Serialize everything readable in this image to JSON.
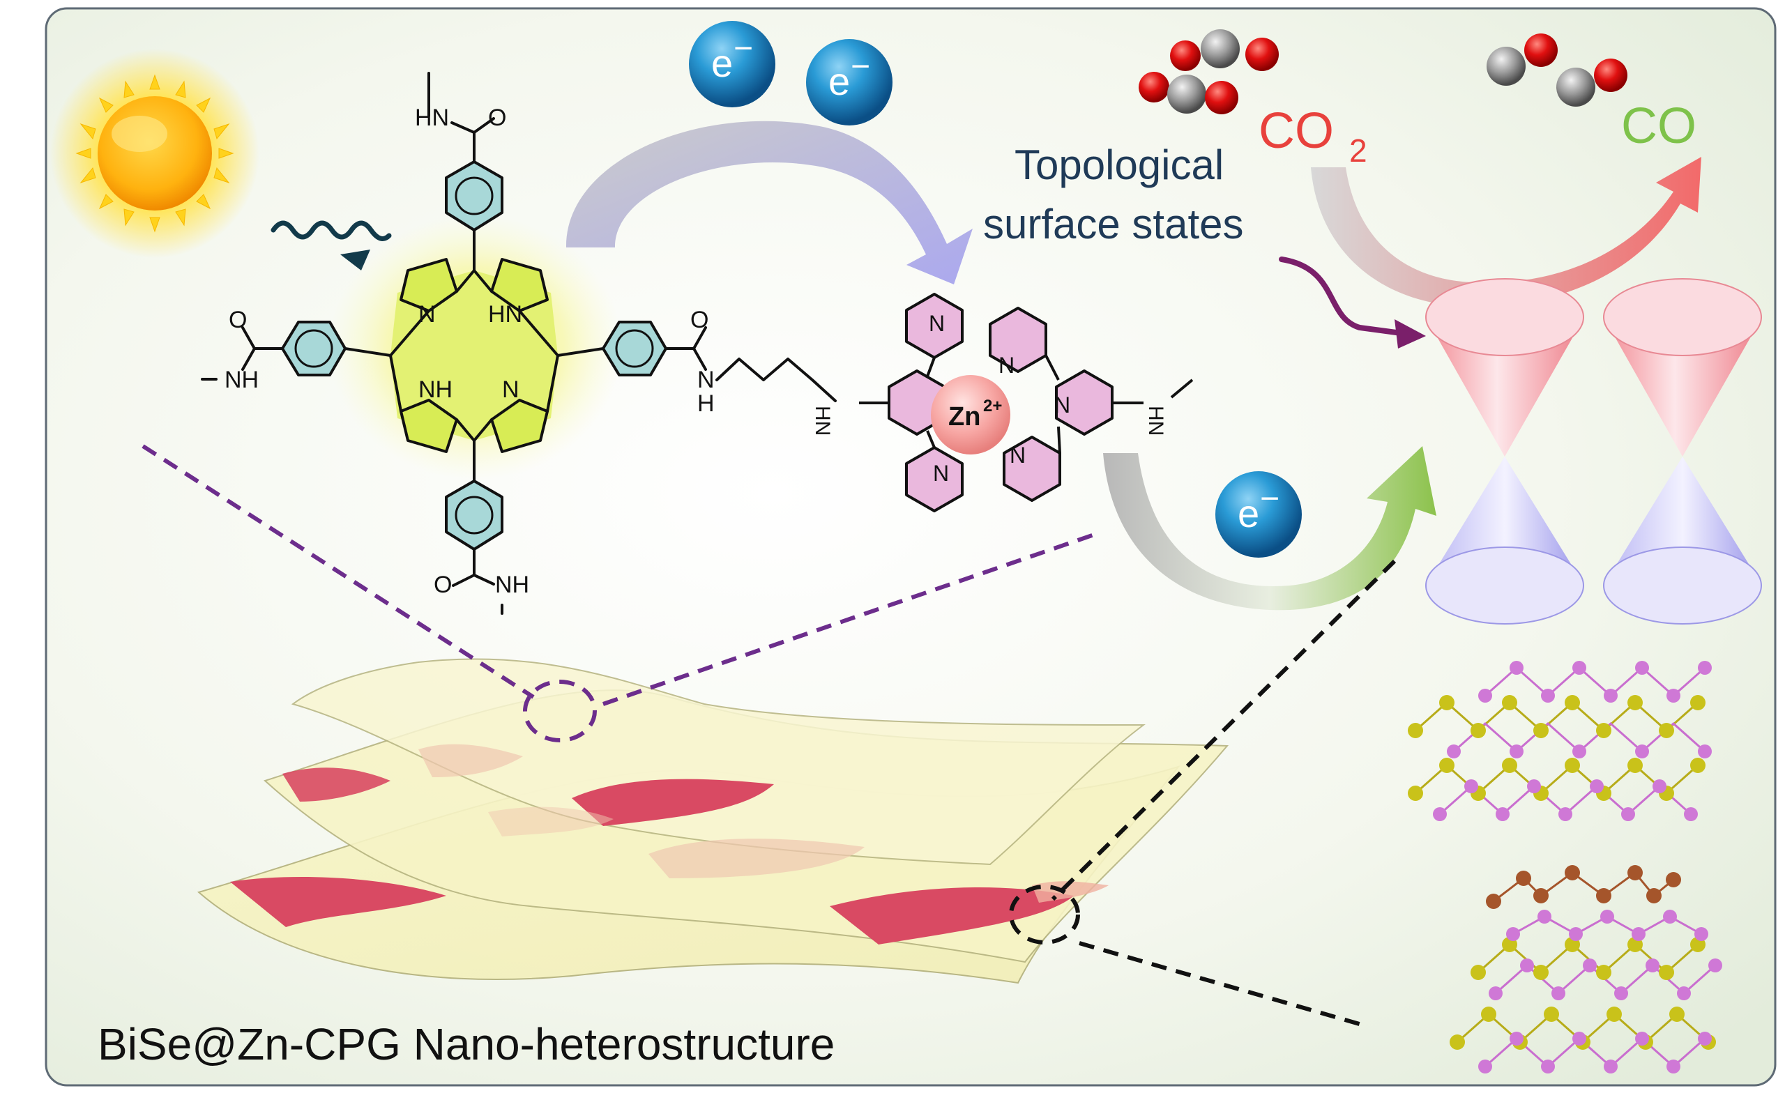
{
  "electron": {
    "symbol": "e",
    "charge": "−"
  },
  "molecule": {
    "amide_nh": "NH",
    "amide_o": "O",
    "hn_top": "HN",
    "core_n_top": "N",
    "core_hn": "HN",
    "core_nh": "NH",
    "core_n_bottom": "N",
    "linker_n": "N",
    "linker_h": "H",
    "terpy_n": "N",
    "terpy_hn": "HN",
    "metal": "Zn",
    "metal_charge": "2+"
  },
  "labels": {
    "co2": "CO",
    "co2_subscript": "2",
    "co": "CO",
    "topological_line1": "Topological",
    "topological_line2": "surface states",
    "caption": "BiSe@Zn-CPG Nano-heterostructure"
  },
  "colors": {
    "electron": "#1f8fcf",
    "co2_label": "#e8413c",
    "co_label": "#7ec24a",
    "topological_text": "#1f3a57",
    "sheet_fill": "#f5f2c0",
    "stripe": "#d94a63",
    "cone_top": "#f08c96",
    "cone_bottom": "#a7a4ee",
    "atom_bi": "#c9c21a",
    "atom_se": "#cf78d6",
    "atom_chain": "#a5552b",
    "porphyrin_ring": "#d8ec55",
    "phenyl_ring": "#a8d8d8",
    "pyridine_ring": "#eab8dd",
    "dash_purple": "#6c2d8c"
  }
}
